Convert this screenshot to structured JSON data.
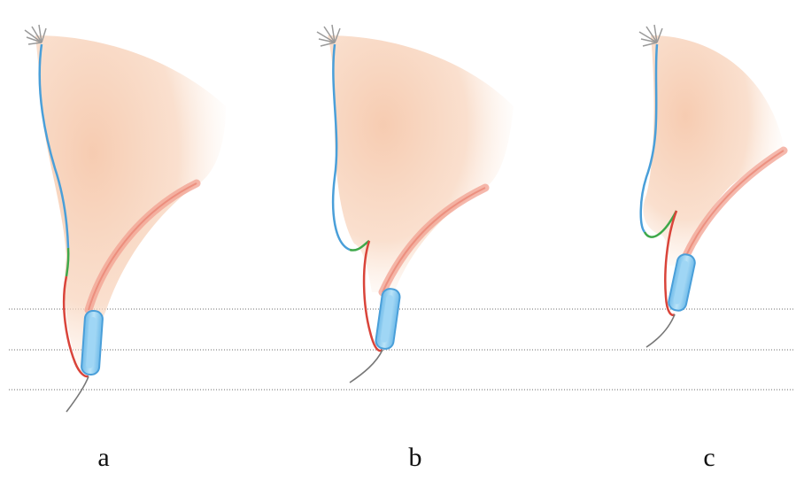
{
  "figure": {
    "panels": [
      {
        "label": "a"
      },
      {
        "label": "b"
      },
      {
        "label": "c"
      }
    ],
    "colors": {
      "tissue_fill": "#f6c9ad",
      "blue_line": "#4a9fd9",
      "green_line": "#3ea84a",
      "red_line": "#d9443a",
      "pink_band": "#f2a090",
      "implant_fill": "#8fcff2",
      "implant_stroke": "#4a9fd9",
      "hair_line": "#777777",
      "reference_line": "#b5b5b5",
      "tuft": "#9a9a9a"
    }
  }
}
